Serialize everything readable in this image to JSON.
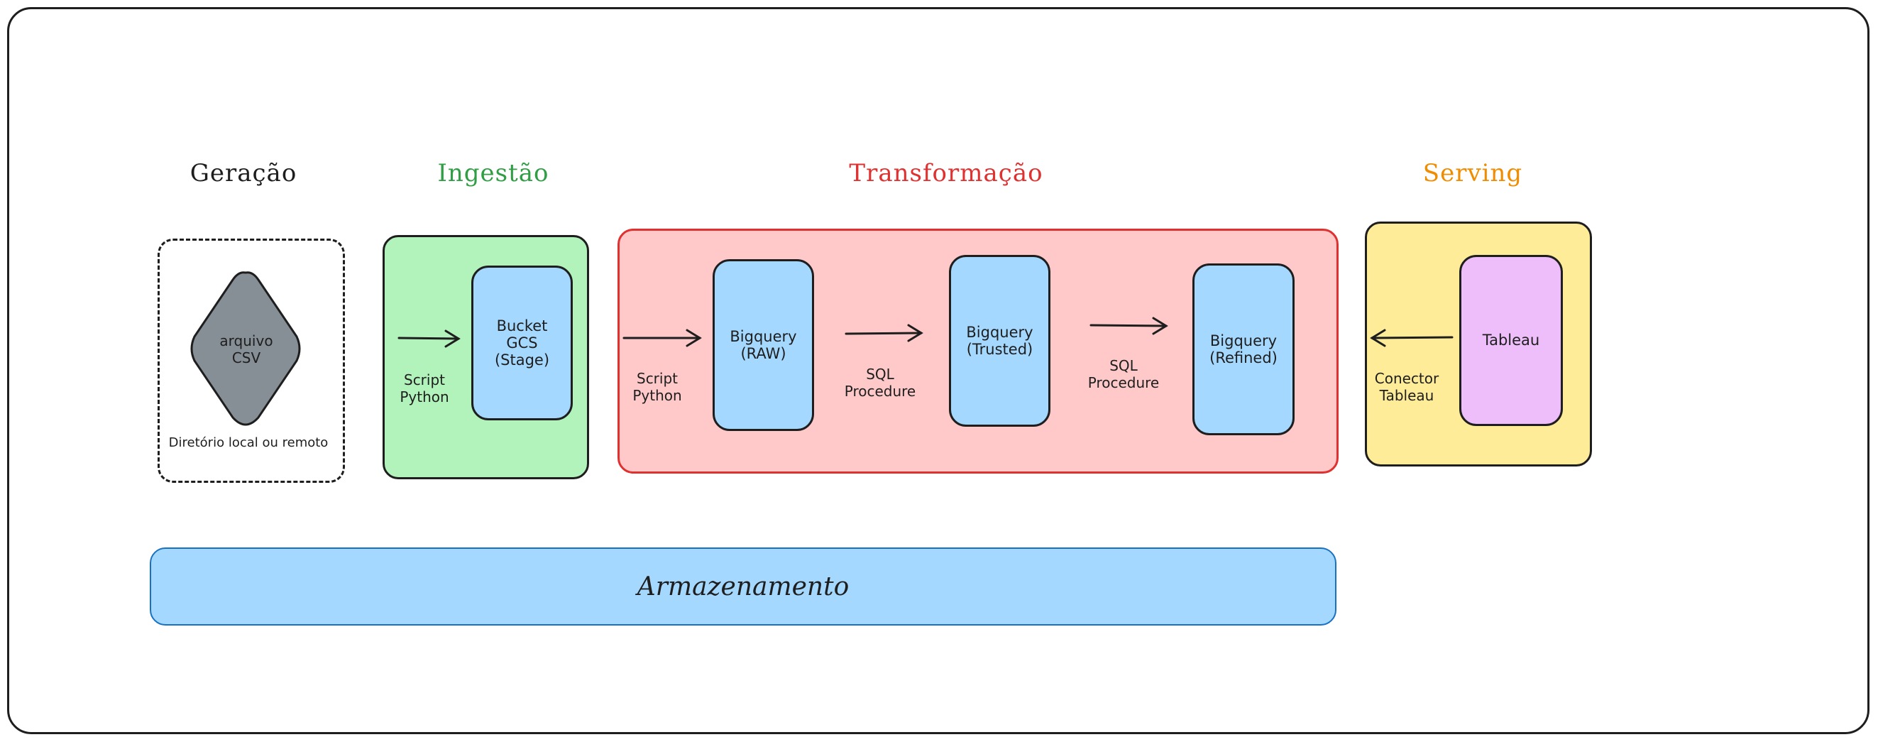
{
  "stages": {
    "geracao": "Geração",
    "ingestao": "Ingestão",
    "transformacao": "Transformação",
    "serving": "Serving"
  },
  "colors": {
    "geracao_title": "#1e1e1e",
    "ingestao_title": "#2f9e44",
    "transformacao_title": "#e03131",
    "serving_title": "#f08c00",
    "ingestao_fill": "#b2f2bb",
    "transformacao_fill": "#ffc9c9",
    "serving_fill": "#ffec99",
    "storage_fill": "#a5d8ff",
    "node_fill": "#a5d8ff",
    "tableau_fill": "#eebefa",
    "diamond_fill": "#868e96"
  },
  "geracao": {
    "source": "arquivo\nCSV",
    "location": "Diretório local ou remoto"
  },
  "ingestao": {
    "arrow_label": "Script\nPython",
    "node": "Bucket\nGCS\n(Stage)"
  },
  "transformacao": {
    "arrow_label_1": "Script\nPython",
    "node_raw": "Bigquery\n(RAW)",
    "arrow_label_2": "SQL\nProcedure",
    "node_trusted": "Bigquery\n(Trusted)",
    "arrow_label_3": "SQL\nProcedure",
    "node_refined": "Bigquery\n(Refined)"
  },
  "serving": {
    "arrow_label": "Conector\nTableau",
    "node": "Tableau"
  },
  "storage": {
    "label": "Armazenamento"
  }
}
